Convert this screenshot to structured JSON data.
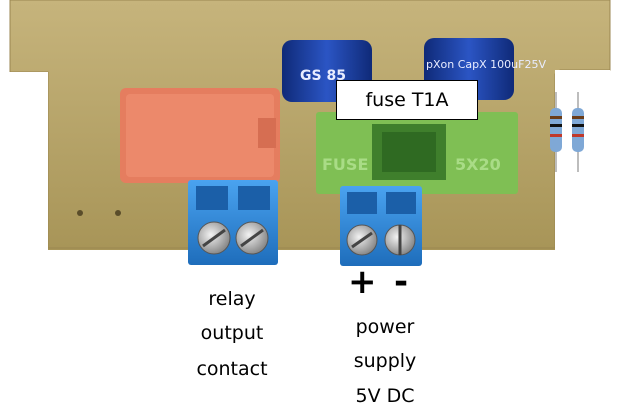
{
  "callout": {
    "fuse": "fuse T1A"
  },
  "relay_caption": {
    "line1": "relay",
    "line2": "output",
    "line3": "contact"
  },
  "power_caption": {
    "plus": "+",
    "minus": "-",
    "line1": "power",
    "line2": "supply",
    "line3": "5V DC"
  },
  "components": {
    "cap1_text": "GS 85",
    "cap2_text": "pXon CapX 100uF25V",
    "fuse_text_left": "FUSE",
    "fuse_text_right": "5X20"
  },
  "colors": {
    "pcb": "#b9a46a",
    "relay": "#e57d5f",
    "fuse_holder": "#7fbf54",
    "terminal": "#2e86d6",
    "capacitor": "#1e3f9c"
  }
}
